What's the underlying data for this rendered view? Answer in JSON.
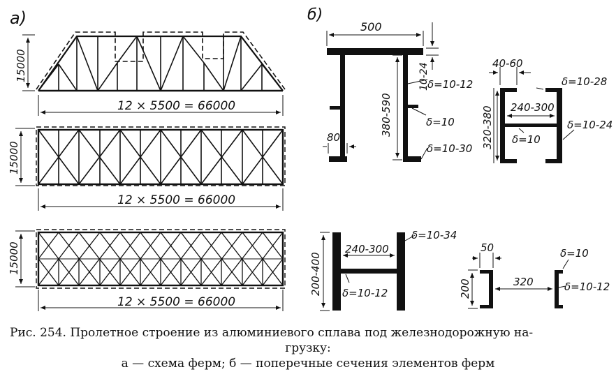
{
  "panel_a_label": "a)",
  "panel_b_label": "б)",
  "truss_a": {
    "height": "15000",
    "span": "12 × 5500 = 66000"
  },
  "truss_b": {
    "height": "15000",
    "span": "12 × 5500 = 66000"
  },
  "truss_c": {
    "height": "15000",
    "span": "12 × 5500 = 66000"
  },
  "sec1": {
    "width": "500",
    "depth": "380-590",
    "flange_t": "10-24",
    "web_t": "δ=10-12",
    "mid_t": "δ=10",
    "bottom_t": "δ=10-30",
    "bottom_w": "80"
  },
  "sec2": {
    "flange_w": "40-60",
    "flange_t": "δ=10-28",
    "inner_w": "240-300",
    "depth": "320-380",
    "web_t": "δ=10",
    "side_t": "δ=10-24"
  },
  "sec3": {
    "depth": "200-400",
    "inner_w": "240-300",
    "flange_t": "δ=10-34",
    "web_t": "δ=10-12"
  },
  "sec4": {
    "flange_w": "50",
    "depth": "200",
    "gap": "320",
    "top_t": "δ=10",
    "side_t": "δ=10-12"
  },
  "caption": {
    "line1": "Рис. 254. Пролетное строение из алюминиевого   сплава   под   железнодорожную   на-",
    "line2": "грузку:",
    "line3": "а — схема ферм; б — поперечные сечения элементов ферм"
  }
}
